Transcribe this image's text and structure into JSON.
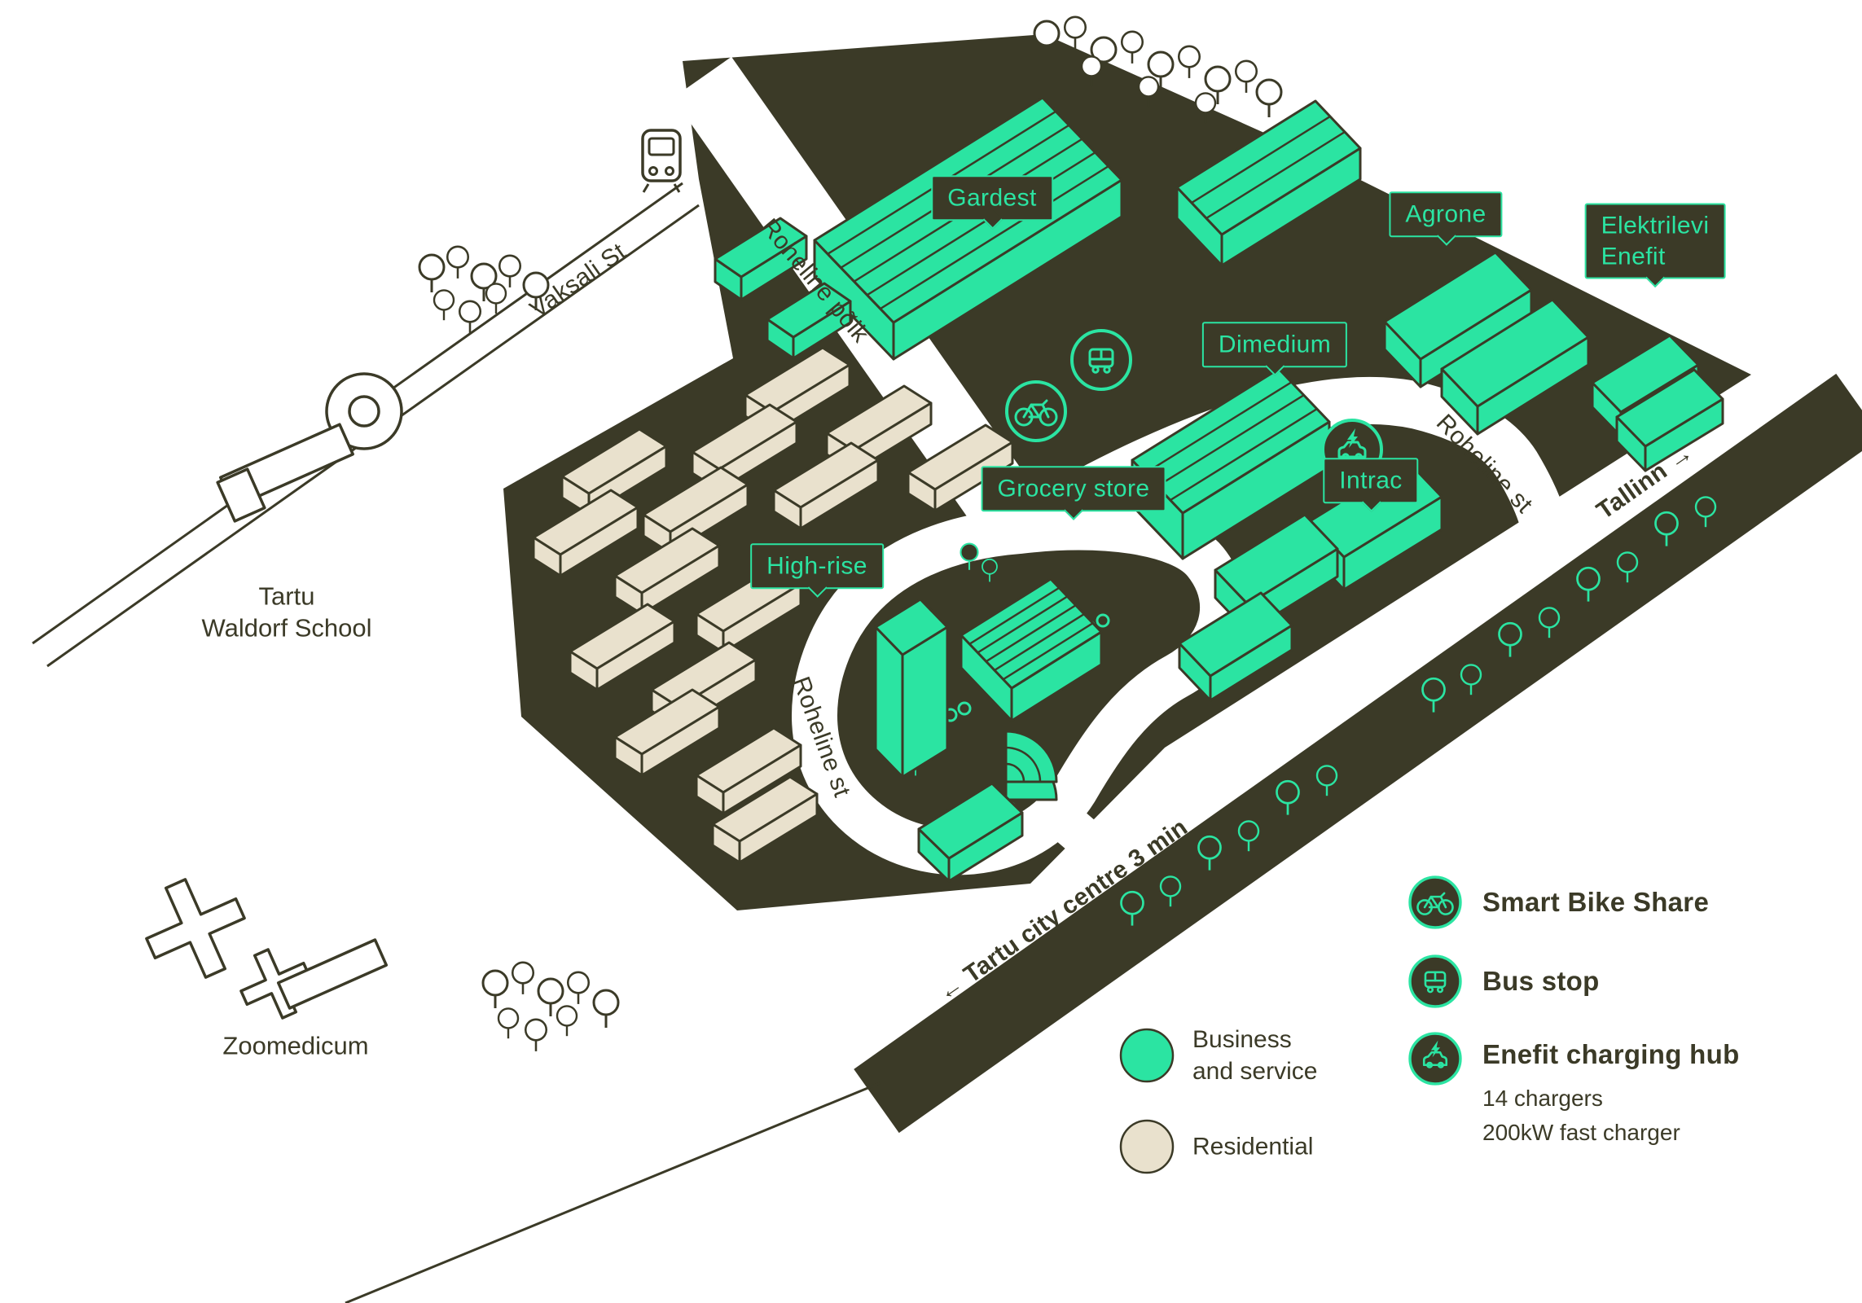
{
  "colors": {
    "accent_green": "#2BE4A2",
    "dark_olive": "#3B3A27",
    "residential_beige": "#E9E1CD",
    "background": "#FFFFFF"
  },
  "streets": {
    "vaksali": "Vaksali St",
    "roheline_poik": "Roheline põik",
    "roheline_st_upper": "Roheline st",
    "roheline_st_lower": "Roheline st",
    "tallinn": "Tallinn →",
    "city_centre": "← Tartu city centre 3 min"
  },
  "places": {
    "waldorf_line1": "Tartu",
    "waldorf_line2": "Waldorf School",
    "zoomedicum": "Zoomedicum"
  },
  "building_labels": {
    "gardest": "Gardest",
    "agrone": "Agrone",
    "elektrilevi_line1": "Elektrilevi",
    "elektrilevi_line2": "Enefit",
    "dimedium": "Dimedium",
    "intrac": "Intrac",
    "grocery": "Grocery store",
    "highrise": "High-rise"
  },
  "map_icons": {
    "bike": "bike-share-icon",
    "bus": "bus-stop-icon",
    "charging": "ev-charging-icon",
    "train": "train-station-icon"
  },
  "legend": {
    "business_line1": "Business",
    "business_line2": "and service",
    "residential": "Residential",
    "bike": "Smart Bike Share",
    "bus": "Bus stop",
    "charging_title": "Enefit charging hub",
    "charging_line1": "14 chargers",
    "charging_line2": "200kW fast charger"
  }
}
